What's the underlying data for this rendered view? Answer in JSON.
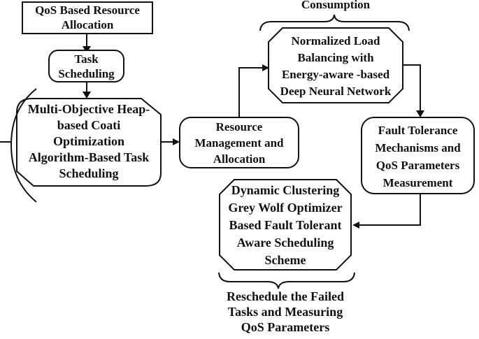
{
  "figure": {
    "background_color": "#ffffff",
    "line_color": "#111111",
    "box_fill_color": "#ffffff"
  },
  "boxes": {
    "qos": {
      "lines": [
        "QoS Based Resource",
        "Allocation"
      ]
    },
    "task": {
      "lines": [
        "Task",
        "Scheduling"
      ]
    },
    "multi": {
      "lines": [
        "Multi-Objective Heap-",
        "based Coati",
        "Optimization",
        "Algorithm-Based Task",
        "Scheduling"
      ]
    },
    "resource": {
      "lines": [
        "Resource",
        "Management and",
        "Allocation"
      ]
    },
    "normalized": {
      "lines": [
        "Normalized Load",
        "Balancing with",
        "Energy-aware -based",
        "Deep Neural Network"
      ]
    },
    "fault": {
      "lines": [
        "Fault Tolerance",
        "Mechanisms and",
        "QoS Parameters",
        "Measurement"
      ]
    },
    "dynamic": {
      "lines": [
        "Dynamic Clustering",
        "Grey Wolf Optimizer",
        "Based Fault Tolerant",
        "Aware Scheduling",
        "Scheme"
      ]
    }
  },
  "annotations": {
    "consumption": "Consumption",
    "reschedule": {
      "lines": [
        "Reschedule the Failed",
        "Tasks and Measuring",
        "QoS Parameters"
      ]
    }
  }
}
